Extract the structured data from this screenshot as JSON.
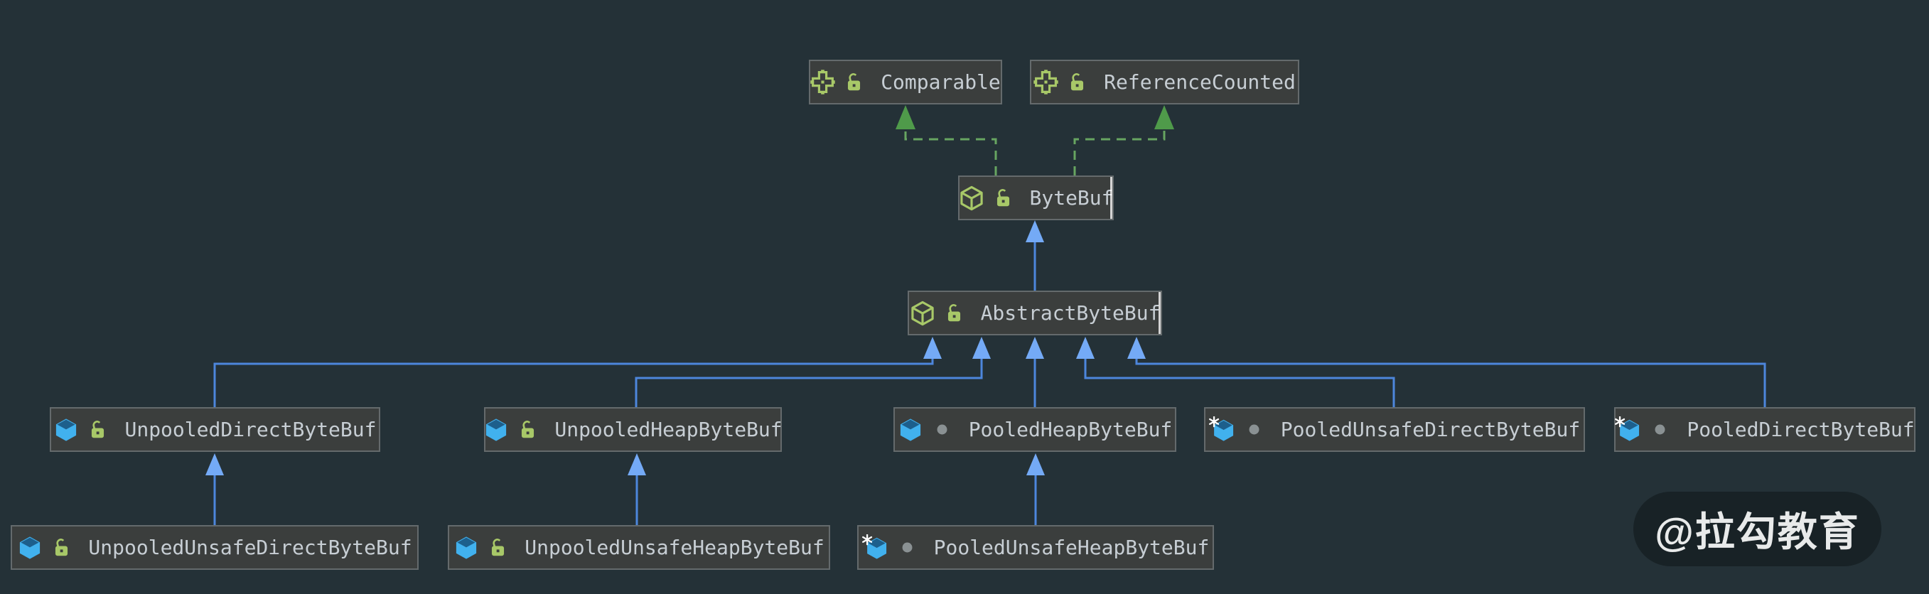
{
  "diagram": {
    "nodes": [
      {
        "label": "Comparable",
        "icon": "interface-icon",
        "modifier": "lock-icon"
      },
      {
        "label": "ReferenceCounted",
        "icon": "interface-icon",
        "modifier": "lock-icon"
      },
      {
        "label": "ByteBuf",
        "icon": "abstract-class-icon",
        "modifier": "lock-icon"
      },
      {
        "label": "AbstractByteBuf",
        "icon": "abstract-class-icon",
        "modifier": "lock-icon"
      },
      {
        "label": "UnpooledDirectByteBuf",
        "icon": "class-icon",
        "modifier": "lock-icon"
      },
      {
        "label": "UnpooledHeapByteBuf",
        "icon": "class-icon",
        "modifier": "lock-icon"
      },
      {
        "label": "PooledHeapByteBuf",
        "icon": "class-icon",
        "modifier": "dot-icon"
      },
      {
        "label": "PooledUnsafeDirectByteBuf",
        "icon": "final-class-icon",
        "modifier": "dot-icon"
      },
      {
        "label": "PooledDirectByteBuf",
        "icon": "final-class-icon",
        "modifier": "dot-icon"
      },
      {
        "label": "UnpooledUnsafeDirectByteBuf",
        "icon": "class-icon",
        "modifier": "lock-icon"
      },
      {
        "label": "UnpooledUnsafeHeapByteBuf",
        "icon": "class-icon",
        "modifier": "lock-icon"
      },
      {
        "label": "PooledUnsafeHeapByteBuf",
        "icon": "final-class-icon",
        "modifier": "dot-icon"
      }
    ],
    "edges": [
      {
        "from": "ByteBuf",
        "to": "Comparable",
        "type": "implements"
      },
      {
        "from": "ByteBuf",
        "to": "ReferenceCounted",
        "type": "implements"
      },
      {
        "from": "AbstractByteBuf",
        "to": "ByteBuf",
        "type": "extends"
      },
      {
        "from": "UnpooledDirectByteBuf",
        "to": "AbstractByteBuf",
        "type": "extends"
      },
      {
        "from": "UnpooledHeapByteBuf",
        "to": "AbstractByteBuf",
        "type": "extends"
      },
      {
        "from": "PooledHeapByteBuf",
        "to": "AbstractByteBuf",
        "type": "extends"
      },
      {
        "from": "PooledUnsafeDirectByteBuf",
        "to": "AbstractByteBuf",
        "type": "extends"
      },
      {
        "from": "PooledDirectByteBuf",
        "to": "AbstractByteBuf",
        "type": "extends"
      },
      {
        "from": "UnpooledUnsafeDirectByteBuf",
        "to": "UnpooledDirectByteBuf",
        "type": "extends"
      },
      {
        "from": "UnpooledUnsafeHeapByteBuf",
        "to": "UnpooledHeapByteBuf",
        "type": "extends"
      },
      {
        "from": "PooledUnsafeHeapByteBuf",
        "to": "PooledHeapByteBuf",
        "type": "extends"
      }
    ],
    "watermark": {
      "text": "@拉勾教育"
    },
    "colors": {
      "background": "#243137",
      "node_fill": "#3b3e3d",
      "node_border": "#646a6c",
      "node_text": "#c7ced4",
      "extends_line": "#4d86dc",
      "extends_arrow": "#74aaf6",
      "implements_line": "#67a561",
      "implements_arrow": "#4f9a4a",
      "icon_green": "#a8c868",
      "icon_blue": "#41b1ee",
      "dot_gray": "#8a9193"
    }
  }
}
